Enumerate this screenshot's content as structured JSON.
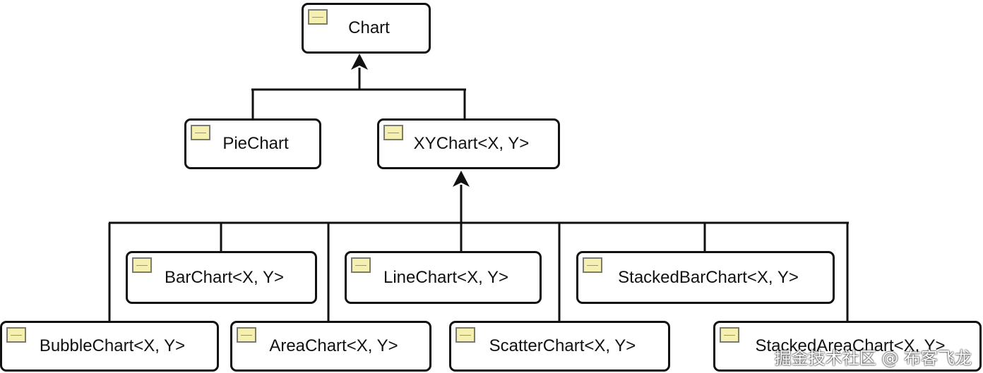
{
  "diagram": {
    "nodes": {
      "chart": "Chart",
      "pie_chart": "PieChart",
      "xy_chart": "XYChart<X, Y>",
      "bar_chart": "BarChart<X, Y>",
      "line_chart": "LineChart<X, Y>",
      "stacked_bar_chart": "StackedBarChart<X, Y>",
      "bubble_chart": "BubbleChart<X, Y>",
      "area_chart": "AreaChart<X, Y>",
      "scatter_chart": "ScatterChart<X, Y>",
      "stacked_area_chart": "StackedAreaChart<X, Y>"
    },
    "icon": "class-icon",
    "edges": [
      {
        "from": "pie_chart",
        "to": "chart",
        "type": "inheritance"
      },
      {
        "from": "xy_chart",
        "to": "chart",
        "type": "inheritance"
      },
      {
        "from": "bar_chart",
        "to": "xy_chart",
        "type": "inheritance"
      },
      {
        "from": "line_chart",
        "to": "xy_chart",
        "type": "inheritance"
      },
      {
        "from": "stacked_bar_chart",
        "to": "xy_chart",
        "type": "inheritance"
      },
      {
        "from": "bubble_chart",
        "to": "xy_chart",
        "type": "inheritance"
      },
      {
        "from": "area_chart",
        "to": "xy_chart",
        "type": "inheritance"
      },
      {
        "from": "scatter_chart",
        "to": "xy_chart",
        "type": "inheritance"
      },
      {
        "from": "stacked_area_chart",
        "to": "xy_chart",
        "type": "inheritance"
      }
    ],
    "colors": {
      "line": "#111111",
      "icon_fill": "#f5f0b0",
      "box_border": "#111111"
    }
  },
  "watermark": "掘金技术社区 @ 布客飞龙"
}
